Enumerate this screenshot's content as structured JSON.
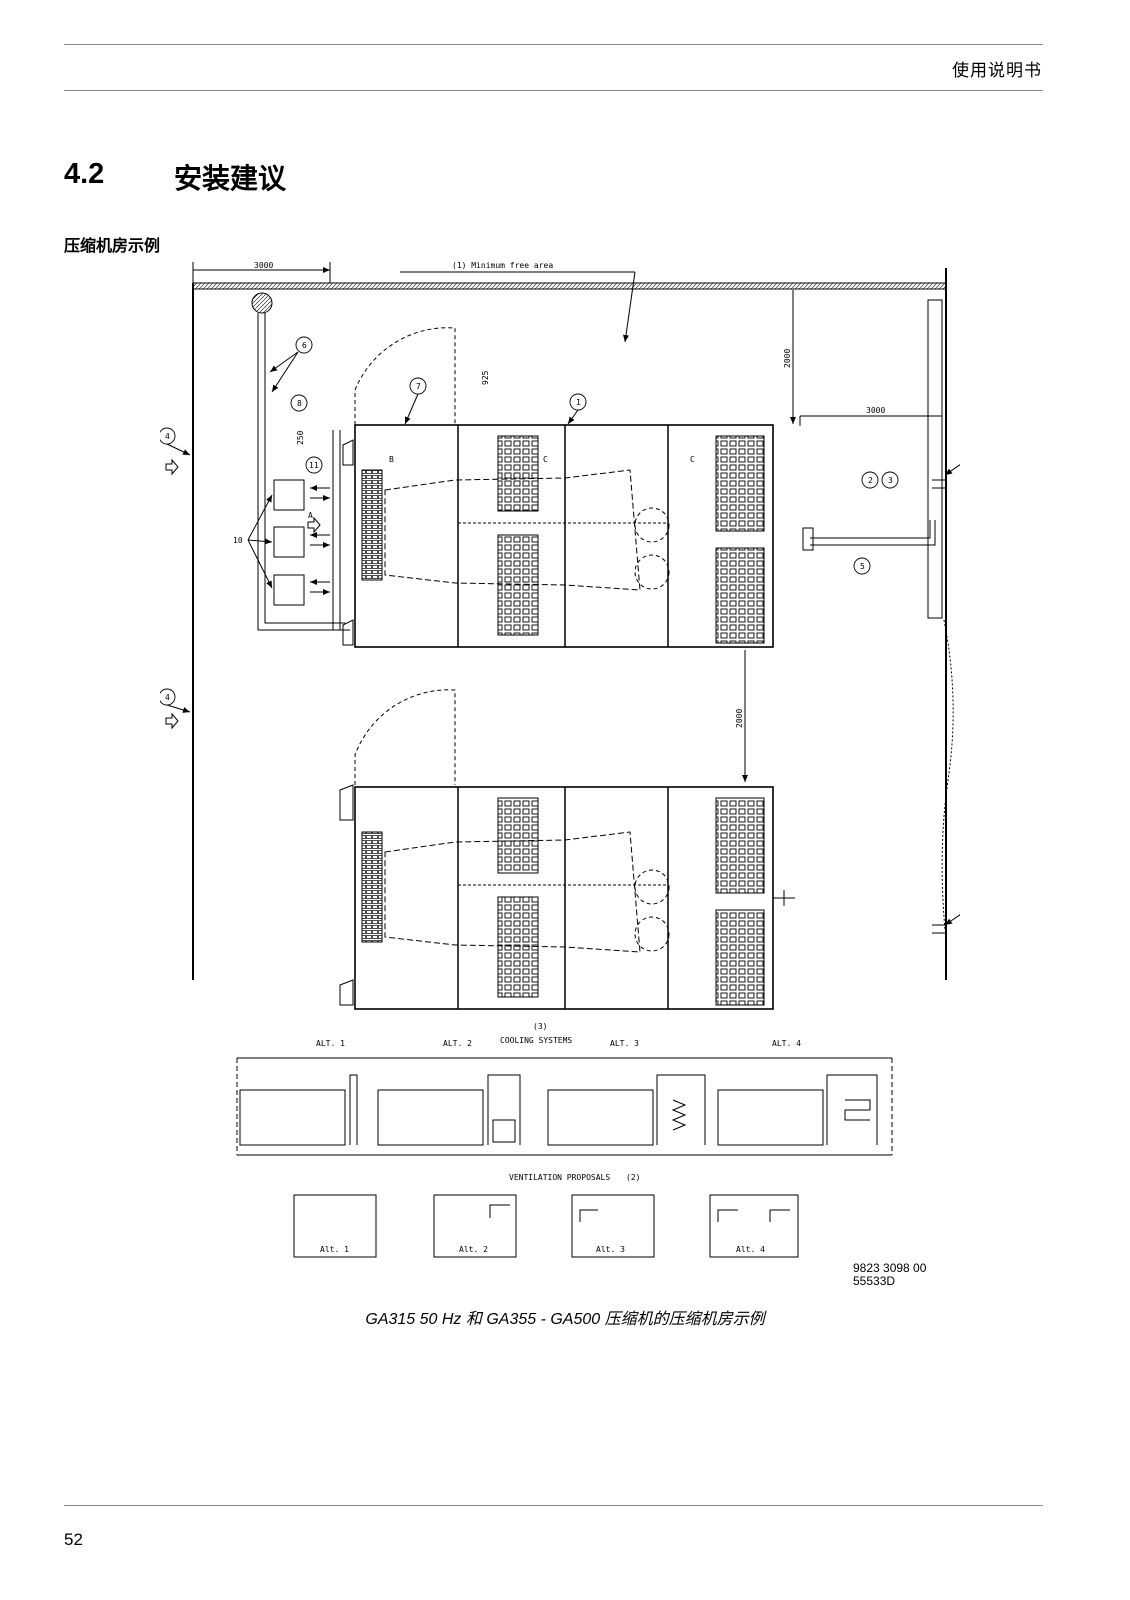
{
  "header": {
    "title": "使用说明书"
  },
  "section": {
    "number": "4.2",
    "title": "安装建议"
  },
  "subtitle": "压缩机房示例",
  "drawing": {
    "dim_top_left": "3000",
    "min_free_area": "(1) Minimum free area",
    "dim_925": "925",
    "dim_250": "250",
    "dim_2000_top": "2000",
    "dim_3000_right": "3000",
    "dim_2000_mid": "2000",
    "callouts": [
      "1",
      "2",
      "3",
      "4",
      "5",
      "6",
      "7",
      "8",
      "10",
      "11",
      "B",
      "C",
      "C",
      "A"
    ],
    "cooling_label": "(3)",
    "cooling_title": "COOLING SYSTEMS",
    "alternatives": [
      "ALT. 1",
      "ALT. 2",
      "ALT. 3",
      "ALT. 4"
    ],
    "ventilation_title": "VENTILATION PROPOSALS",
    "ventilation_ref": "(2)",
    "vent_alts": [
      "Alt. 1",
      "Alt. 2",
      "Alt. 3",
      "Alt. 4"
    ]
  },
  "drawing_number": {
    "line1": "9823 3098 00",
    "line2": "55533D"
  },
  "caption": "GA315 50 Hz 和 GA355 - GA500 压缩机的压缩机房示例",
  "page_number": "52"
}
